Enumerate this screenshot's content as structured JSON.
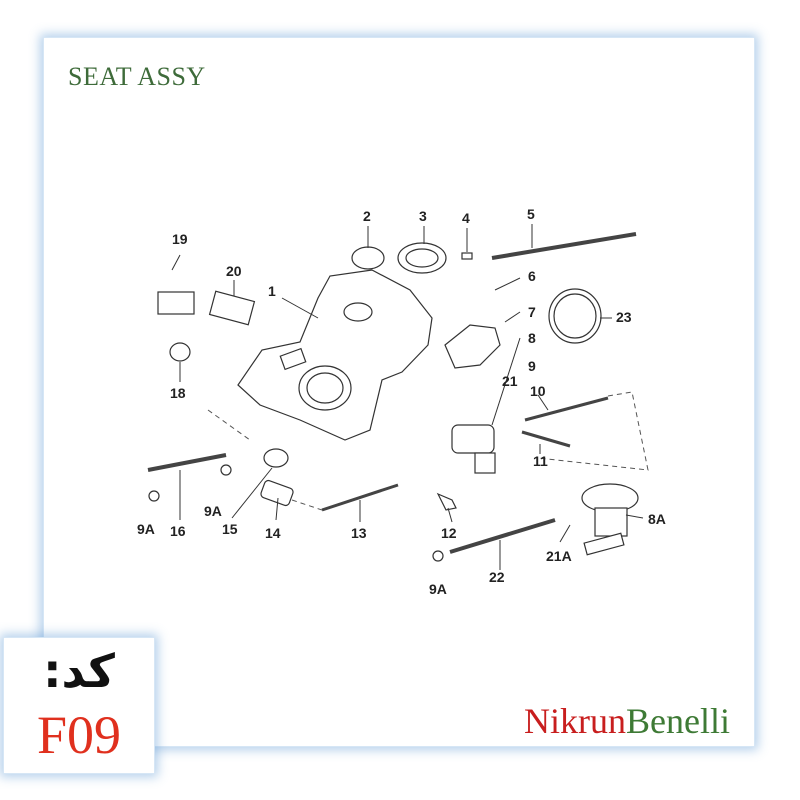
{
  "title": "SEAT ASSY",
  "code": {
    "label": "کد:",
    "value": "F09"
  },
  "brand": {
    "part1": "Nikrun",
    "part2": "Benelli"
  },
  "callouts": {
    "c1": "1",
    "c2": "2",
    "c3": "3",
    "c4": "4",
    "c5": "5",
    "c6": "6",
    "c7": "7",
    "c8": "8",
    "c9": "9",
    "c10": "10",
    "c11": "11",
    "c12": "12",
    "c13": "13",
    "c14": "14",
    "c15": "15",
    "c16": "16",
    "c18": "18",
    "c19": "19",
    "c20": "20",
    "c21": "21",
    "c22": "22",
    "c23": "23",
    "c9a_1": "9A",
    "c9a_2": "9A",
    "c9a_3": "9A",
    "c8a": "8A",
    "c21a": "21A"
  },
  "colors": {
    "title": "#3e6b3a",
    "code_value": "#e0301e",
    "brand_red": "#c81e1e",
    "brand_green": "#3e7a35",
    "frame_glow": "#5a96d2"
  }
}
